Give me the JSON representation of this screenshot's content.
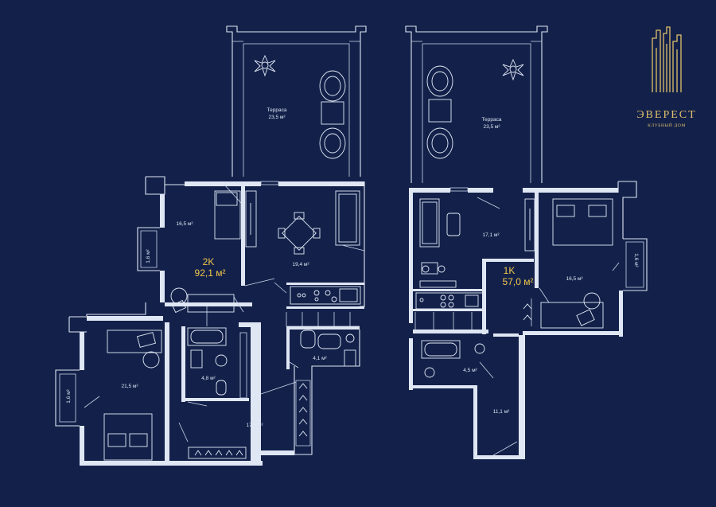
{
  "plans": [
    {
      "type": "2K",
      "area": "92,1 м²",
      "rooms": [
        {
          "id": "terrace",
          "label": "Терраса",
          "area": "23,5 м²"
        },
        {
          "id": "bedroom-top",
          "area": "16,5 м²"
        },
        {
          "id": "balcony-top",
          "area": "1,6 м²"
        },
        {
          "id": "kitchen-living",
          "area": "19,4 м²"
        },
        {
          "id": "bedroom-bottom",
          "area": "21,5 м²"
        },
        {
          "id": "balcony-bottom",
          "area": "1,6 м²"
        },
        {
          "id": "bathroom-main",
          "area": "4,8 м²"
        },
        {
          "id": "bathroom-small",
          "area": "4,1 м²"
        },
        {
          "id": "hall",
          "area": "17,2 м²"
        }
      ]
    },
    {
      "type": "1K",
      "area": "57,0 м²",
      "rooms": [
        {
          "id": "terrace",
          "label": "Терраса",
          "area": "23,5 м²"
        },
        {
          "id": "kitchen-living",
          "area": "17,1 м²"
        },
        {
          "id": "bedroom",
          "area": "16,5 м²"
        },
        {
          "id": "balcony",
          "area": "1,6 м²"
        },
        {
          "id": "bathroom",
          "area": "4,5 м²"
        },
        {
          "id": "hall",
          "area": "11,1 м²"
        }
      ]
    }
  ],
  "brand": {
    "name": "ЭВЕРЕСТ",
    "tagline": "КЛУБНЫЙ ДОМ"
  },
  "colors": {
    "background": "#13214a",
    "lines": "#dfe6f4",
    "accent": "#f2c64a",
    "brand": "#e1c06a"
  }
}
